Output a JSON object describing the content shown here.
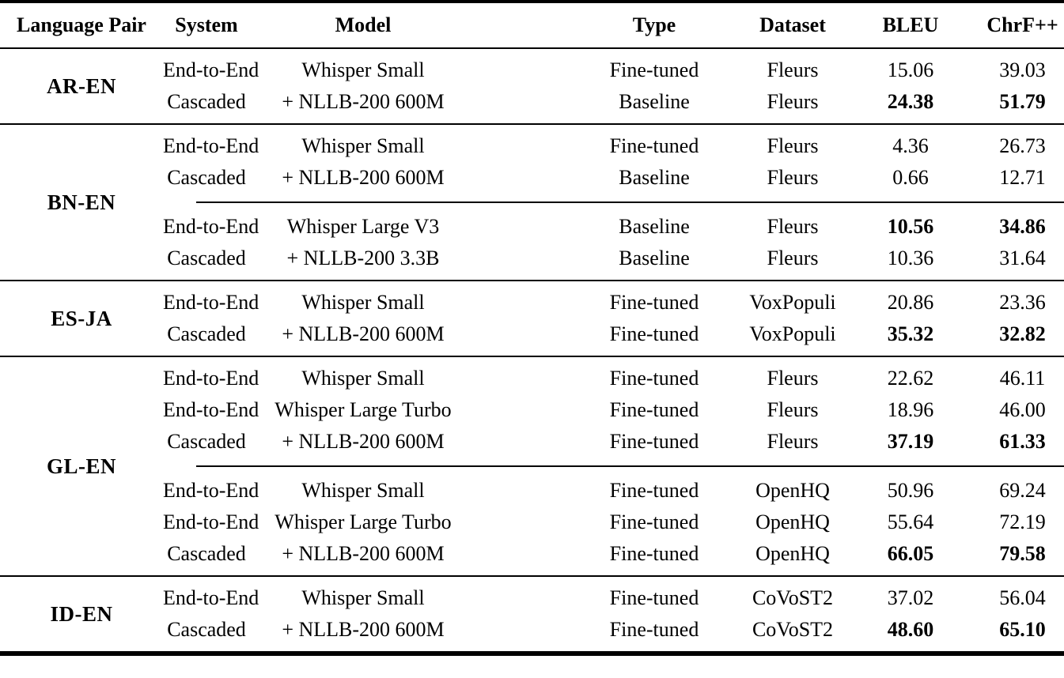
{
  "table": {
    "columns": [
      "Language Pair",
      "System",
      "Model",
      "Type",
      "Dataset",
      "BLEU",
      "ChrF++"
    ],
    "sections": [
      {
        "language_pair": "AR-EN",
        "groups": [
          {
            "rows": [
              {
                "system": "End-to-End",
                "model": "Whisper Small",
                "type": "Fine-tuned",
                "dataset": "Fleurs",
                "bleu": "15.06",
                "chrf": "39.03",
                "bold_metrics": false
              },
              {
                "system": "Cascaded",
                "model": "+ NLLB-200 600M",
                "type": "Baseline",
                "dataset": "Fleurs",
                "bleu": "24.38",
                "chrf": "51.79",
                "bold_metrics": true
              }
            ]
          }
        ]
      },
      {
        "language_pair": "BN-EN",
        "groups": [
          {
            "rows": [
              {
                "system": "End-to-End",
                "model": "Whisper Small",
                "type": "Fine-tuned",
                "dataset": "Fleurs",
                "bleu": "4.36",
                "chrf": "26.73",
                "bold_metrics": false
              },
              {
                "system": "Cascaded",
                "model": "+ NLLB-200 600M",
                "type": "Baseline",
                "dataset": "Fleurs",
                "bleu": "0.66",
                "chrf": "12.71",
                "bold_metrics": false
              }
            ]
          },
          {
            "rows": [
              {
                "system": "End-to-End",
                "model": "Whisper Large V3",
                "type": "Baseline",
                "dataset": "Fleurs",
                "bleu": "10.56",
                "chrf": "34.86",
                "bold_metrics": true
              },
              {
                "system": "Cascaded",
                "model": "+ NLLB-200 3.3B",
                "type": "Baseline",
                "dataset": "Fleurs",
                "bleu": "10.36",
                "chrf": "31.64",
                "bold_metrics": false
              }
            ]
          }
        ]
      },
      {
        "language_pair": "ES-JA",
        "groups": [
          {
            "rows": [
              {
                "system": "End-to-End",
                "model": "Whisper Small",
                "type": "Fine-tuned",
                "dataset": "VoxPopuli",
                "bleu": "20.86",
                "chrf": "23.36",
                "bold_metrics": false
              },
              {
                "system": "Cascaded",
                "model": "+ NLLB-200 600M",
                "type": "Fine-tuned",
                "dataset": "VoxPopuli",
                "bleu": "35.32",
                "chrf": "32.82",
                "bold_metrics": true
              }
            ]
          }
        ]
      },
      {
        "language_pair": "GL-EN",
        "groups": [
          {
            "rows": [
              {
                "system": "End-to-End",
                "model": "Whisper Small",
                "type": "Fine-tuned",
                "dataset": "Fleurs",
                "bleu": "22.62",
                "chrf": "46.11",
                "bold_metrics": false
              },
              {
                "system": "End-to-End",
                "model": "Whisper Large Turbo",
                "type": "Fine-tuned",
                "dataset": "Fleurs",
                "bleu": "18.96",
                "chrf": "46.00",
                "bold_metrics": false
              },
              {
                "system": "Cascaded",
                "model": "+ NLLB-200 600M",
                "type": "Fine-tuned",
                "dataset": "Fleurs",
                "bleu": "37.19",
                "chrf": "61.33",
                "bold_metrics": true
              }
            ]
          },
          {
            "rows": [
              {
                "system": "End-to-End",
                "model": "Whisper Small",
                "type": "Fine-tuned",
                "dataset": "OpenHQ",
                "bleu": "50.96",
                "chrf": "69.24",
                "bold_metrics": false
              },
              {
                "system": "End-to-End",
                "model": "Whisper Large Turbo",
                "type": "Fine-tuned",
                "dataset": "OpenHQ",
                "bleu": "55.64",
                "chrf": "72.19",
                "bold_metrics": false
              },
              {
                "system": "Cascaded",
                "model": "+ NLLB-200 600M",
                "type": "Fine-tuned",
                "dataset": "OpenHQ",
                "bleu": "66.05",
                "chrf": "79.58",
                "bold_metrics": true
              }
            ]
          }
        ]
      },
      {
        "language_pair": "ID-EN",
        "groups": [
          {
            "rows": [
              {
                "system": "End-to-End",
                "model": "Whisper Small",
                "type": "Fine-tuned",
                "dataset": "CoVoST2",
                "bleu": "37.02",
                "chrf": "56.04",
                "bold_metrics": false
              },
              {
                "system": "Cascaded",
                "model": "+ NLLB-200 600M",
                "type": "Fine-tuned",
                "dataset": "CoVoST2",
                "bleu": "48.60",
                "chrf": "65.10",
                "bold_metrics": true
              }
            ]
          }
        ]
      }
    ]
  }
}
